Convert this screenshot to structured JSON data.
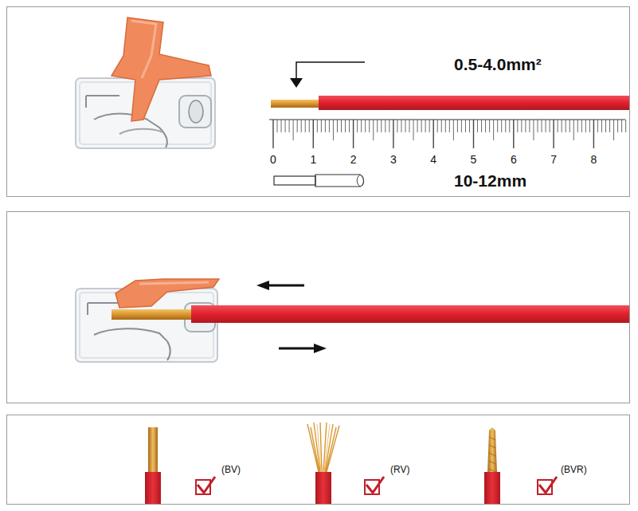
{
  "diagram": {
    "labels": [
      "0.5-4.0mm²",
      "0",
      "1",
      "2",
      "3",
      "4",
      "5",
      "6",
      "7",
      "8",
      "10-12mm",
      "(BV)",
      "(RV)",
      "(BVR)"
    ]
  }
}
